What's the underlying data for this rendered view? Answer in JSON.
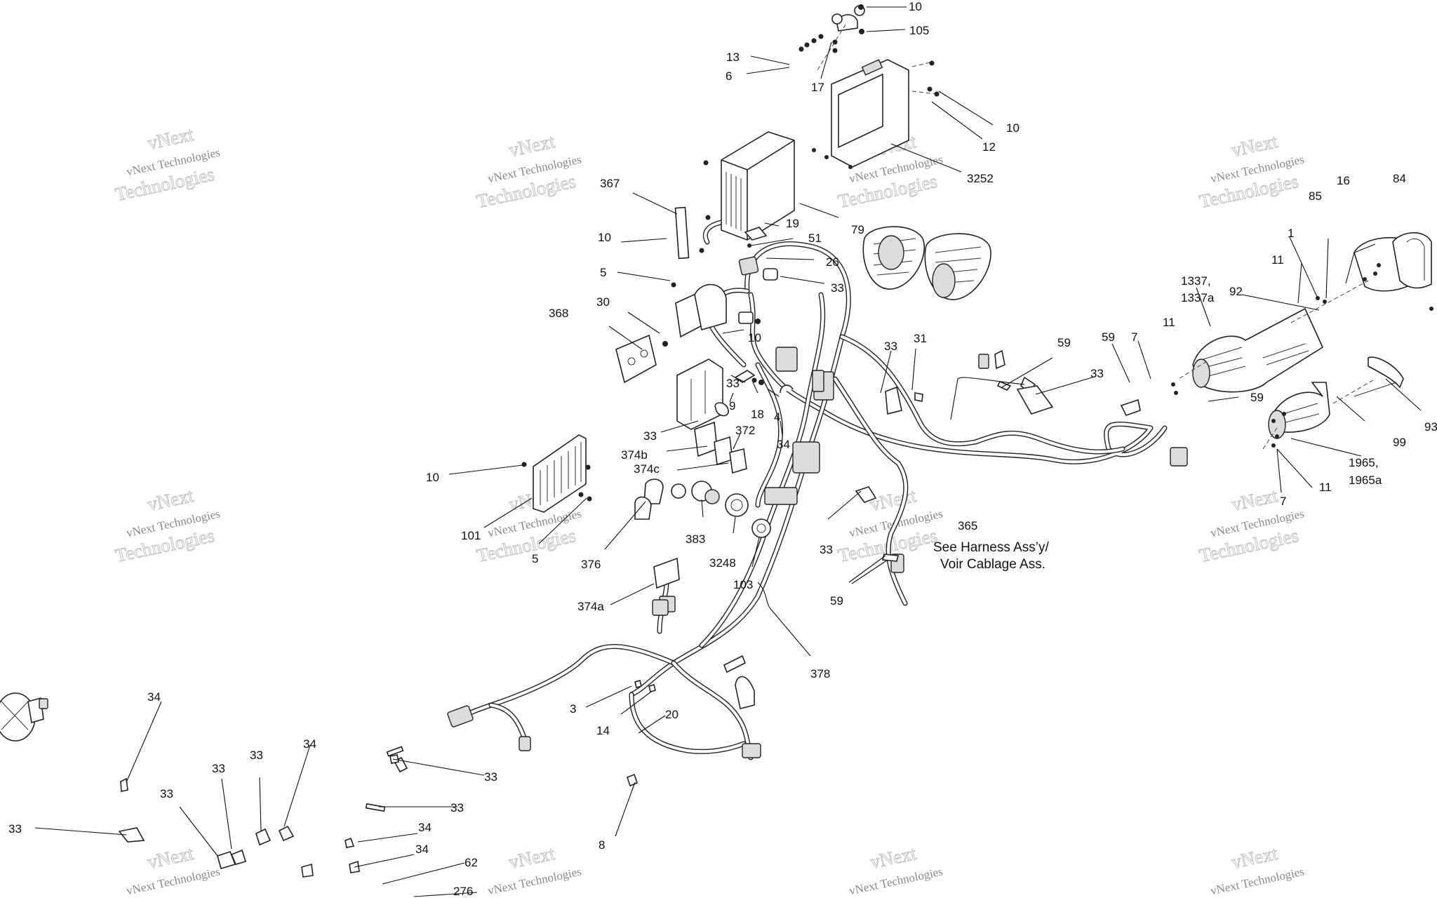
{
  "watermark": {
    "line1": "vNext",
    "line2": "vNext Technologies",
    "line3": "Technologies"
  },
  "note": {
    "line1": "See Harness Ass’y/",
    "line2": "Voir Cablage Ass."
  },
  "callouts": [
    {
      "id": "c10a",
      "text": "10"
    },
    {
      "id": "c105",
      "text": "105"
    },
    {
      "id": "c13",
      "text": "13"
    },
    {
      "id": "c6",
      "text": "6"
    },
    {
      "id": "c17",
      "text": "17"
    },
    {
      "id": "c10b",
      "text": "10"
    },
    {
      "id": "c12",
      "text": "12"
    },
    {
      "id": "c3252",
      "text": "3252"
    },
    {
      "id": "c367",
      "text": "367"
    },
    {
      "id": "c79",
      "text": "79"
    },
    {
      "id": "c19",
      "text": "19"
    },
    {
      "id": "c51",
      "text": "51"
    },
    {
      "id": "c26",
      "text": "26"
    },
    {
      "id": "c10c",
      "text": "10"
    },
    {
      "id": "c5a",
      "text": "5"
    },
    {
      "id": "c33a",
      "text": "33"
    },
    {
      "id": "c368",
      "text": "368"
    },
    {
      "id": "c30",
      "text": "30"
    },
    {
      "id": "c10d",
      "text": "10"
    },
    {
      "id": "c33b",
      "text": "33"
    },
    {
      "id": "c9",
      "text": "9"
    },
    {
      "id": "c18",
      "text": "18"
    },
    {
      "id": "c4",
      "text": "4"
    },
    {
      "id": "c33c",
      "text": "33"
    },
    {
      "id": "c372",
      "text": "372"
    },
    {
      "id": "c374b",
      "text": "374b"
    },
    {
      "id": "c34a",
      "text": "34"
    },
    {
      "id": "c374c",
      "text": "374c"
    },
    {
      "id": "c10e",
      "text": "10"
    },
    {
      "id": "c101",
      "text": "101"
    },
    {
      "id": "c5b",
      "text": "5"
    },
    {
      "id": "c376",
      "text": "376"
    },
    {
      "id": "c383",
      "text": "383"
    },
    {
      "id": "c3248",
      "text": "3248"
    },
    {
      "id": "c103",
      "text": "103"
    },
    {
      "id": "c374a",
      "text": "374a"
    },
    {
      "id": "c33d",
      "text": "33"
    },
    {
      "id": "c31",
      "text": "31"
    },
    {
      "id": "c59a",
      "text": "59"
    },
    {
      "id": "c33e",
      "text": "33"
    },
    {
      "id": "c365",
      "text": "365"
    },
    {
      "id": "c33f",
      "text": "33"
    },
    {
      "id": "c59b",
      "text": "59"
    },
    {
      "id": "c378",
      "text": "378"
    },
    {
      "id": "c59c",
      "text": "59"
    },
    {
      "id": "c7a",
      "text": "7"
    },
    {
      "id": "c11a",
      "text": "11"
    },
    {
      "id": "c59d",
      "text": "59"
    },
    {
      "id": "c1337",
      "text": "1337,"
    },
    {
      "id": "c1337a",
      "text": "1337a"
    },
    {
      "id": "c92",
      "text": "92"
    },
    {
      "id": "c11b",
      "text": "11"
    },
    {
      "id": "c1",
      "text": "1"
    },
    {
      "id": "c85",
      "text": "85"
    },
    {
      "id": "c16",
      "text": "16"
    },
    {
      "id": "c84",
      "text": "84"
    },
    {
      "id": "c93",
      "text": "93"
    },
    {
      "id": "c99",
      "text": "99"
    },
    {
      "id": "c1965",
      "text": "1965,"
    },
    {
      "id": "c1965a",
      "text": "1965a"
    },
    {
      "id": "c11c",
      "text": "11"
    },
    {
      "id": "c7b",
      "text": "7"
    },
    {
      "id": "c3",
      "text": "3"
    },
    {
      "id": "c14",
      "text": "14"
    },
    {
      "id": "c20",
      "text": "20"
    },
    {
      "id": "c8",
      "text": "8"
    },
    {
      "id": "c34b",
      "text": "34"
    },
    {
      "id": "c33g",
      "text": "33"
    },
    {
      "id": "c33h",
      "text": "33"
    },
    {
      "id": "c33i",
      "text": "33"
    },
    {
      "id": "c34c",
      "text": "34"
    },
    {
      "id": "c33j",
      "text": "33"
    },
    {
      "id": "c33k",
      "text": "33"
    },
    {
      "id": "c33l",
      "text": "33"
    },
    {
      "id": "c34d",
      "text": "34"
    },
    {
      "id": "c34e",
      "text": "34"
    },
    {
      "id": "c62",
      "text": "62"
    },
    {
      "id": "c276",
      "text": "276"
    }
  ]
}
